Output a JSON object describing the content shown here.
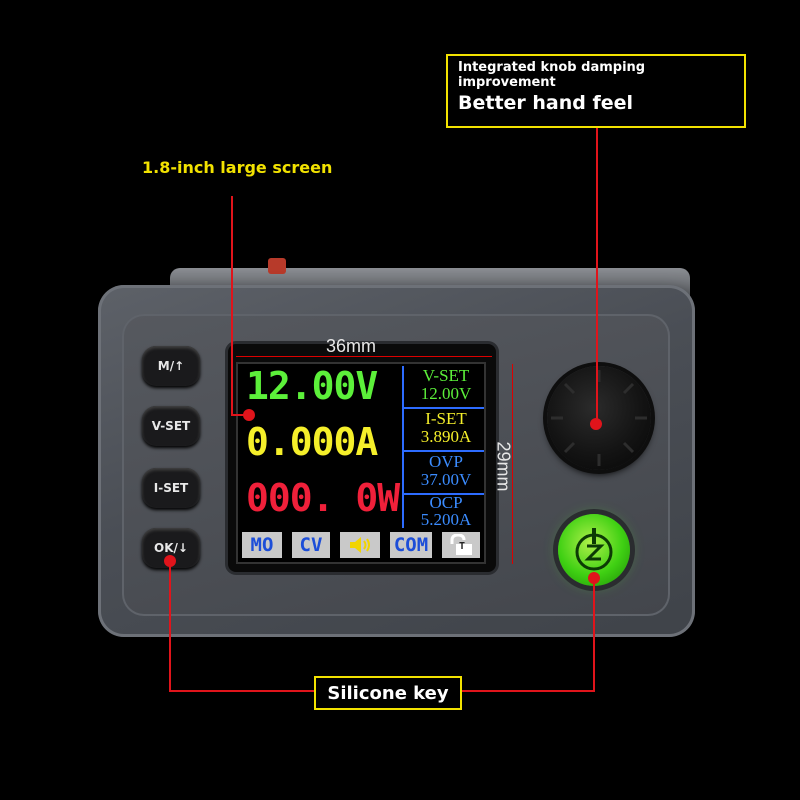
{
  "callouts": {
    "knob_line1": "Integrated knob damping",
    "knob_line2": "improvement",
    "knob_line3": "Better hand feel",
    "screen": "1.8-inch large screen",
    "key": "Silicone key"
  },
  "dimensions": {
    "width": "36mm",
    "height": "29mm"
  },
  "buttons": {
    "mode": "M/↑",
    "vset": "V-SET",
    "iset": "I-SET",
    "ok": "OK/↓"
  },
  "display": {
    "voltage": "12.00V",
    "current": "0.000A",
    "power": "000. 0W",
    "vset_label": "V-SET",
    "vset_value": "12.00V",
    "iset_label": "I-SET",
    "iset_value": "3.890A",
    "ovp_label": "OVP",
    "ovp_value": "37.00V",
    "ocp_label": "OCP",
    "ocp_value": "5.200A",
    "status": [
      "MO",
      "CV",
      "COM",
      "T"
    ]
  },
  "colors": {
    "voltage": "#5cf03a",
    "current": "#f5ef2a",
    "power": "#f0203a",
    "accent": "#f2e200",
    "lines": "#e0141b",
    "power_button": "#3fd013"
  }
}
